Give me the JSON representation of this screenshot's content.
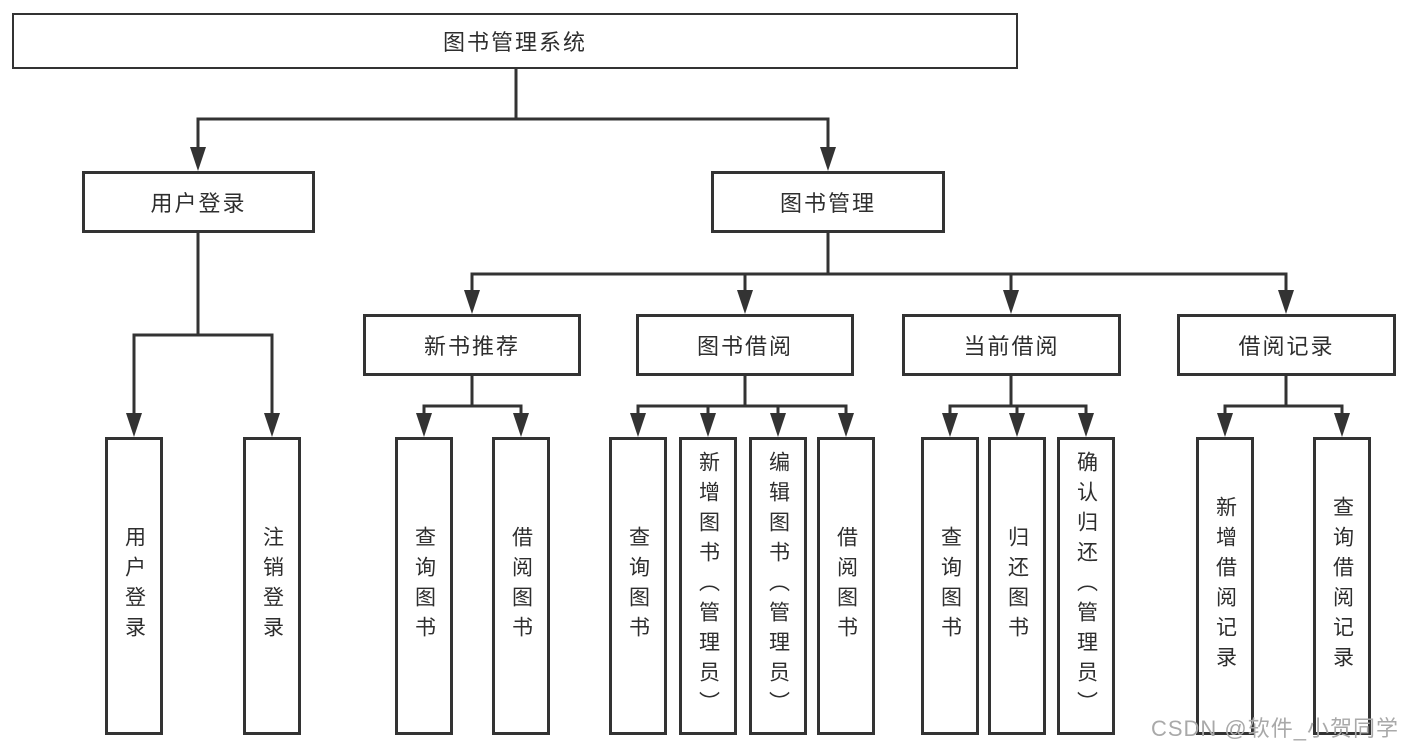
{
  "diagram": {
    "title": "图书管理系统",
    "tree": {
      "label": "图书管理系统",
      "children": [
        {
          "label": "用户登录",
          "children": [
            {
              "label": "用户登录"
            },
            {
              "label": "注销登录"
            }
          ]
        },
        {
          "label": "图书管理",
          "children": [
            {
              "label": "新书推荐",
              "children": [
                {
                  "label": "查询图书"
                },
                {
                  "label": "借阅图书"
                }
              ]
            },
            {
              "label": "图书借阅",
              "children": [
                {
                  "label": "查询图书"
                },
                {
                  "label": "新增图书（管理员）"
                },
                {
                  "label": "编辑图书（管理员）"
                },
                {
                  "label": "借阅图书"
                }
              ]
            },
            {
              "label": "当前借阅",
              "children": [
                {
                  "label": "查询图书"
                },
                {
                  "label": "归还图书"
                },
                {
                  "label": "确认归还（管理员）"
                }
              ]
            },
            {
              "label": "借阅记录",
              "children": [
                {
                  "label": "新增借阅记录"
                },
                {
                  "label": "查询借阅记录"
                }
              ]
            }
          ]
        }
      ]
    }
  },
  "watermark": {
    "text": "CSDN @软件_小贺同学"
  },
  "colors": {
    "line": "#333333",
    "box_border": "#333333",
    "box_fill": "#ffffff",
    "text": "#2e2e2e",
    "watermark": "#a9a9a9",
    "background": "#ffffff"
  }
}
